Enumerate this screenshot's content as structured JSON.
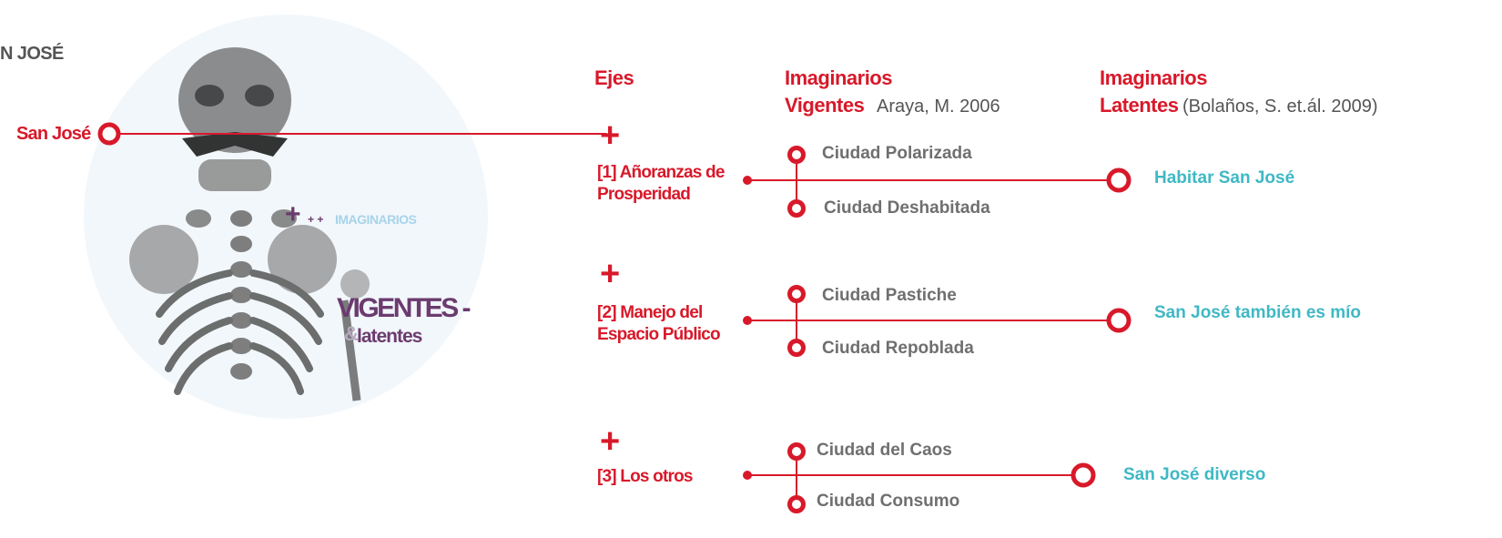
{
  "colors": {
    "accent": "#d8192a",
    "gray_text": "#6f6f6f",
    "teal_text": "#3fb8c4",
    "purple": "#6b3b6e",
    "circle_bg": "#f3f8fc"
  },
  "page_fragment": "N JOSÉ",
  "root": {
    "label": "San José"
  },
  "badge": {
    "plus": "+",
    "small_plus": "+ +",
    "imaginarios": "IMAGINARIOS",
    "vigentes": "VIGENTES -",
    "amp": "&",
    "latentes": "latentes"
  },
  "headers": {
    "ejes": "Ejes",
    "vigentes_line1": "Imaginarios",
    "vigentes_line2": "Vigentes",
    "vigentes_ref": "Araya, M. 2006",
    "latentes_line1": "Imaginarios",
    "latentes_line2": "Latentes",
    "latentes_ref": "(Bolaños, S. et.ál. 2009)"
  },
  "axes": [
    {
      "plus": "+",
      "label_line1": "[1] Añoranzas de",
      "label_line2": "Prosperidad",
      "vigente_top": "Ciudad Polarizada",
      "vigente_bottom": "Ciudad Deshabitada",
      "latente": "Habitar San José"
    },
    {
      "plus": "+",
      "label_line1": "[2] Manejo del",
      "label_line2": "Espacio Público",
      "vigente_top": "Ciudad Pastiche",
      "vigente_bottom": "Ciudad Repoblada",
      "latente": "San José también es mío"
    },
    {
      "plus": "+",
      "label_line1": "[3] Los otros",
      "label_line2": "",
      "vigente_top": "Ciudad del Caos",
      "vigente_bottom": "Ciudad Consumo",
      "latente": "San José diverso"
    }
  ]
}
